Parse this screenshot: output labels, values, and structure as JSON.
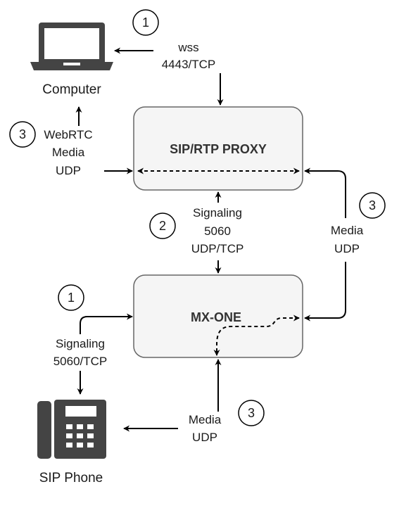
{
  "nodes": {
    "computer": {
      "label": "Computer",
      "icon": "laptop-icon"
    },
    "proxy": {
      "label": "SIP/RTP PROXY"
    },
    "mxone": {
      "label": "MX-ONE"
    },
    "phone": {
      "label": "SIP Phone",
      "icon": "desk-phone-icon"
    }
  },
  "labels": {
    "wss_1": "wss",
    "wss_2": "4443/TCP",
    "webrtc_1": "WebRTC",
    "webrtc_2": "Media",
    "webrtc_3": "UDP",
    "sig_proxy_1": "Signaling",
    "sig_proxy_2": "5060",
    "sig_proxy_3": "UDP/TCP",
    "media_right_1": "Media",
    "media_right_2": "UDP",
    "sig_phone_1": "Signaling",
    "sig_phone_2": "5060/TCP",
    "media_phone_1": "Media",
    "media_phone_2": "UDP"
  },
  "steps": {
    "computer_signaling": "1",
    "computer_media": "3",
    "proxy_signaling": "2",
    "proxy_media": "3",
    "phone_signaling": "1",
    "phone_media": "3"
  },
  "colors": {
    "box_fill": "#f5f5f5",
    "box_stroke": "#666666",
    "line": "#000000",
    "icon": "#444444"
  }
}
